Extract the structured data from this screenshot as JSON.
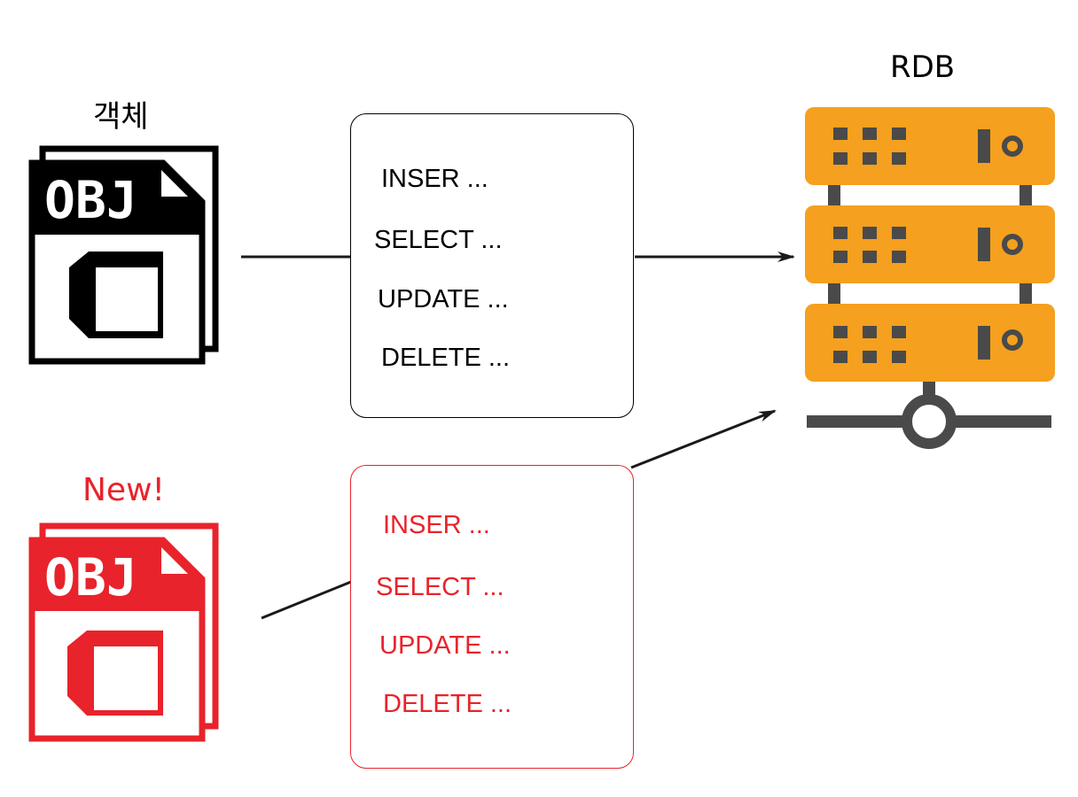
{
  "labels": {
    "object": "객체",
    "new": "New!",
    "rdb": "RDB"
  },
  "file_icon_text": "OBJ",
  "sql_box_existing": {
    "statements": [
      "INSER ...",
      "SELECT ...",
      "UPDATE ...",
      "DELETE ..."
    ]
  },
  "sql_box_new": {
    "statements": [
      "INSER ...",
      "SELECT ...",
      "UPDATE ...",
      "DELETE ..."
    ]
  },
  "icons": {
    "existing_object": "obj-file-icon",
    "new_object": "obj-file-icon",
    "database": "server-rack-icon"
  },
  "colors": {
    "black": "#000000",
    "red": "#e8232b",
    "server_orange": "#f5a01e",
    "server_gray": "#4a4a4a"
  }
}
